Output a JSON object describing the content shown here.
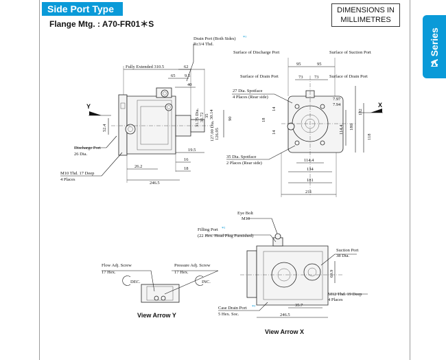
{
  "header": {
    "title": "Side Port Type",
    "subtitle": "Flange Mtg. : A70-FR01＊S",
    "units_line1": "DIMENSIONS IN",
    "units_line2": "MILLIMETRES"
  },
  "side_tab": {
    "label": "A Series",
    "icon": "triangle-logo-icon"
  },
  "top_left_view": {
    "drain_port": "Drain Port (Both Sides)",
    "drain_thd": "Rc3/4 Thd.",
    "fully_extended": "Fully Extended 310.5",
    "d62": "62",
    "d65": "65",
    "d9_5": "9.5",
    "d40": "40",
    "d52_4": "52.4",
    "d31_75": "31.75 Dia.",
    "d31_72": "31.72",
    "d35": "35",
    "d30_14": "30.14",
    "d127": "127.00 Dia.",
    "d126": "126.95",
    "d90": "90",
    "d19_5": "19.5",
    "d16": "16",
    "d18": "18",
    "d26_2": "26.2",
    "d246_5": "246.5",
    "discharge_port": "Discharge Port",
    "discharge_dia": "26 Dia.",
    "m10": "M10 Thd. 17 Deep",
    "m10_places": "4 Places",
    "arrow_y": "Y"
  },
  "top_right_view": {
    "surf_discharge": "Surface of Discharge Port",
    "surf_suction": "Surface of Suction Port",
    "surf_drain_l": "Surface of Drain Port",
    "surf_drain_r": "Surface of Drain Port",
    "d95a": "95",
    "d95b": "95",
    "d73a": "73",
    "d73b": "73",
    "spotface27": "27 Dia. Spotface",
    "spotface27_places": "4 Places (Rear side)",
    "d7_97": "7.97",
    "d7_94": "7.94",
    "d182": "182",
    "d114_4v": "114.4",
    "d180": "180",
    "d118": "118",
    "d14a": "14",
    "d18": "18",
    "d14b": "14",
    "spotface35": "35 Dia. Spotface",
    "spotface35_places": "2 Places (Rear side)",
    "d114_4h": "114.4",
    "d134": "134",
    "d181": "181",
    "d211": "211",
    "arrow_x": "X"
  },
  "view_y": {
    "flow_adj": "Flow Adj. Screw",
    "flow_hex": "17 Hex.",
    "dec": "DEC.",
    "pressure_adj": "Pressure Adj. Screw",
    "pressure_hex": "17 Hex.",
    "inc": "INC.",
    "caption": "View Arrow Y"
  },
  "view_x": {
    "eye_bolt": "Eye Bolt",
    "eye_m10": "M10",
    "filling_port": "Filling Port",
    "filling_hex": "(22 Hex. Head Plug Furnished)",
    "suction_port": "Suction Port",
    "suction_dia": "38 Dia.",
    "d69_9": "69.9",
    "m12": "M12 Thd. 19 Deep",
    "m12_places": "4 Places",
    "d35_7": "35.7",
    "case_drain": "Case Drain Port",
    "case_hex": "5 Hex. Soc.",
    "d246_5": "246.5",
    "caption": "View Arrow X"
  },
  "colors": {
    "accent": "#0a9ad8",
    "note_mark": "#0a9ad8"
  }
}
